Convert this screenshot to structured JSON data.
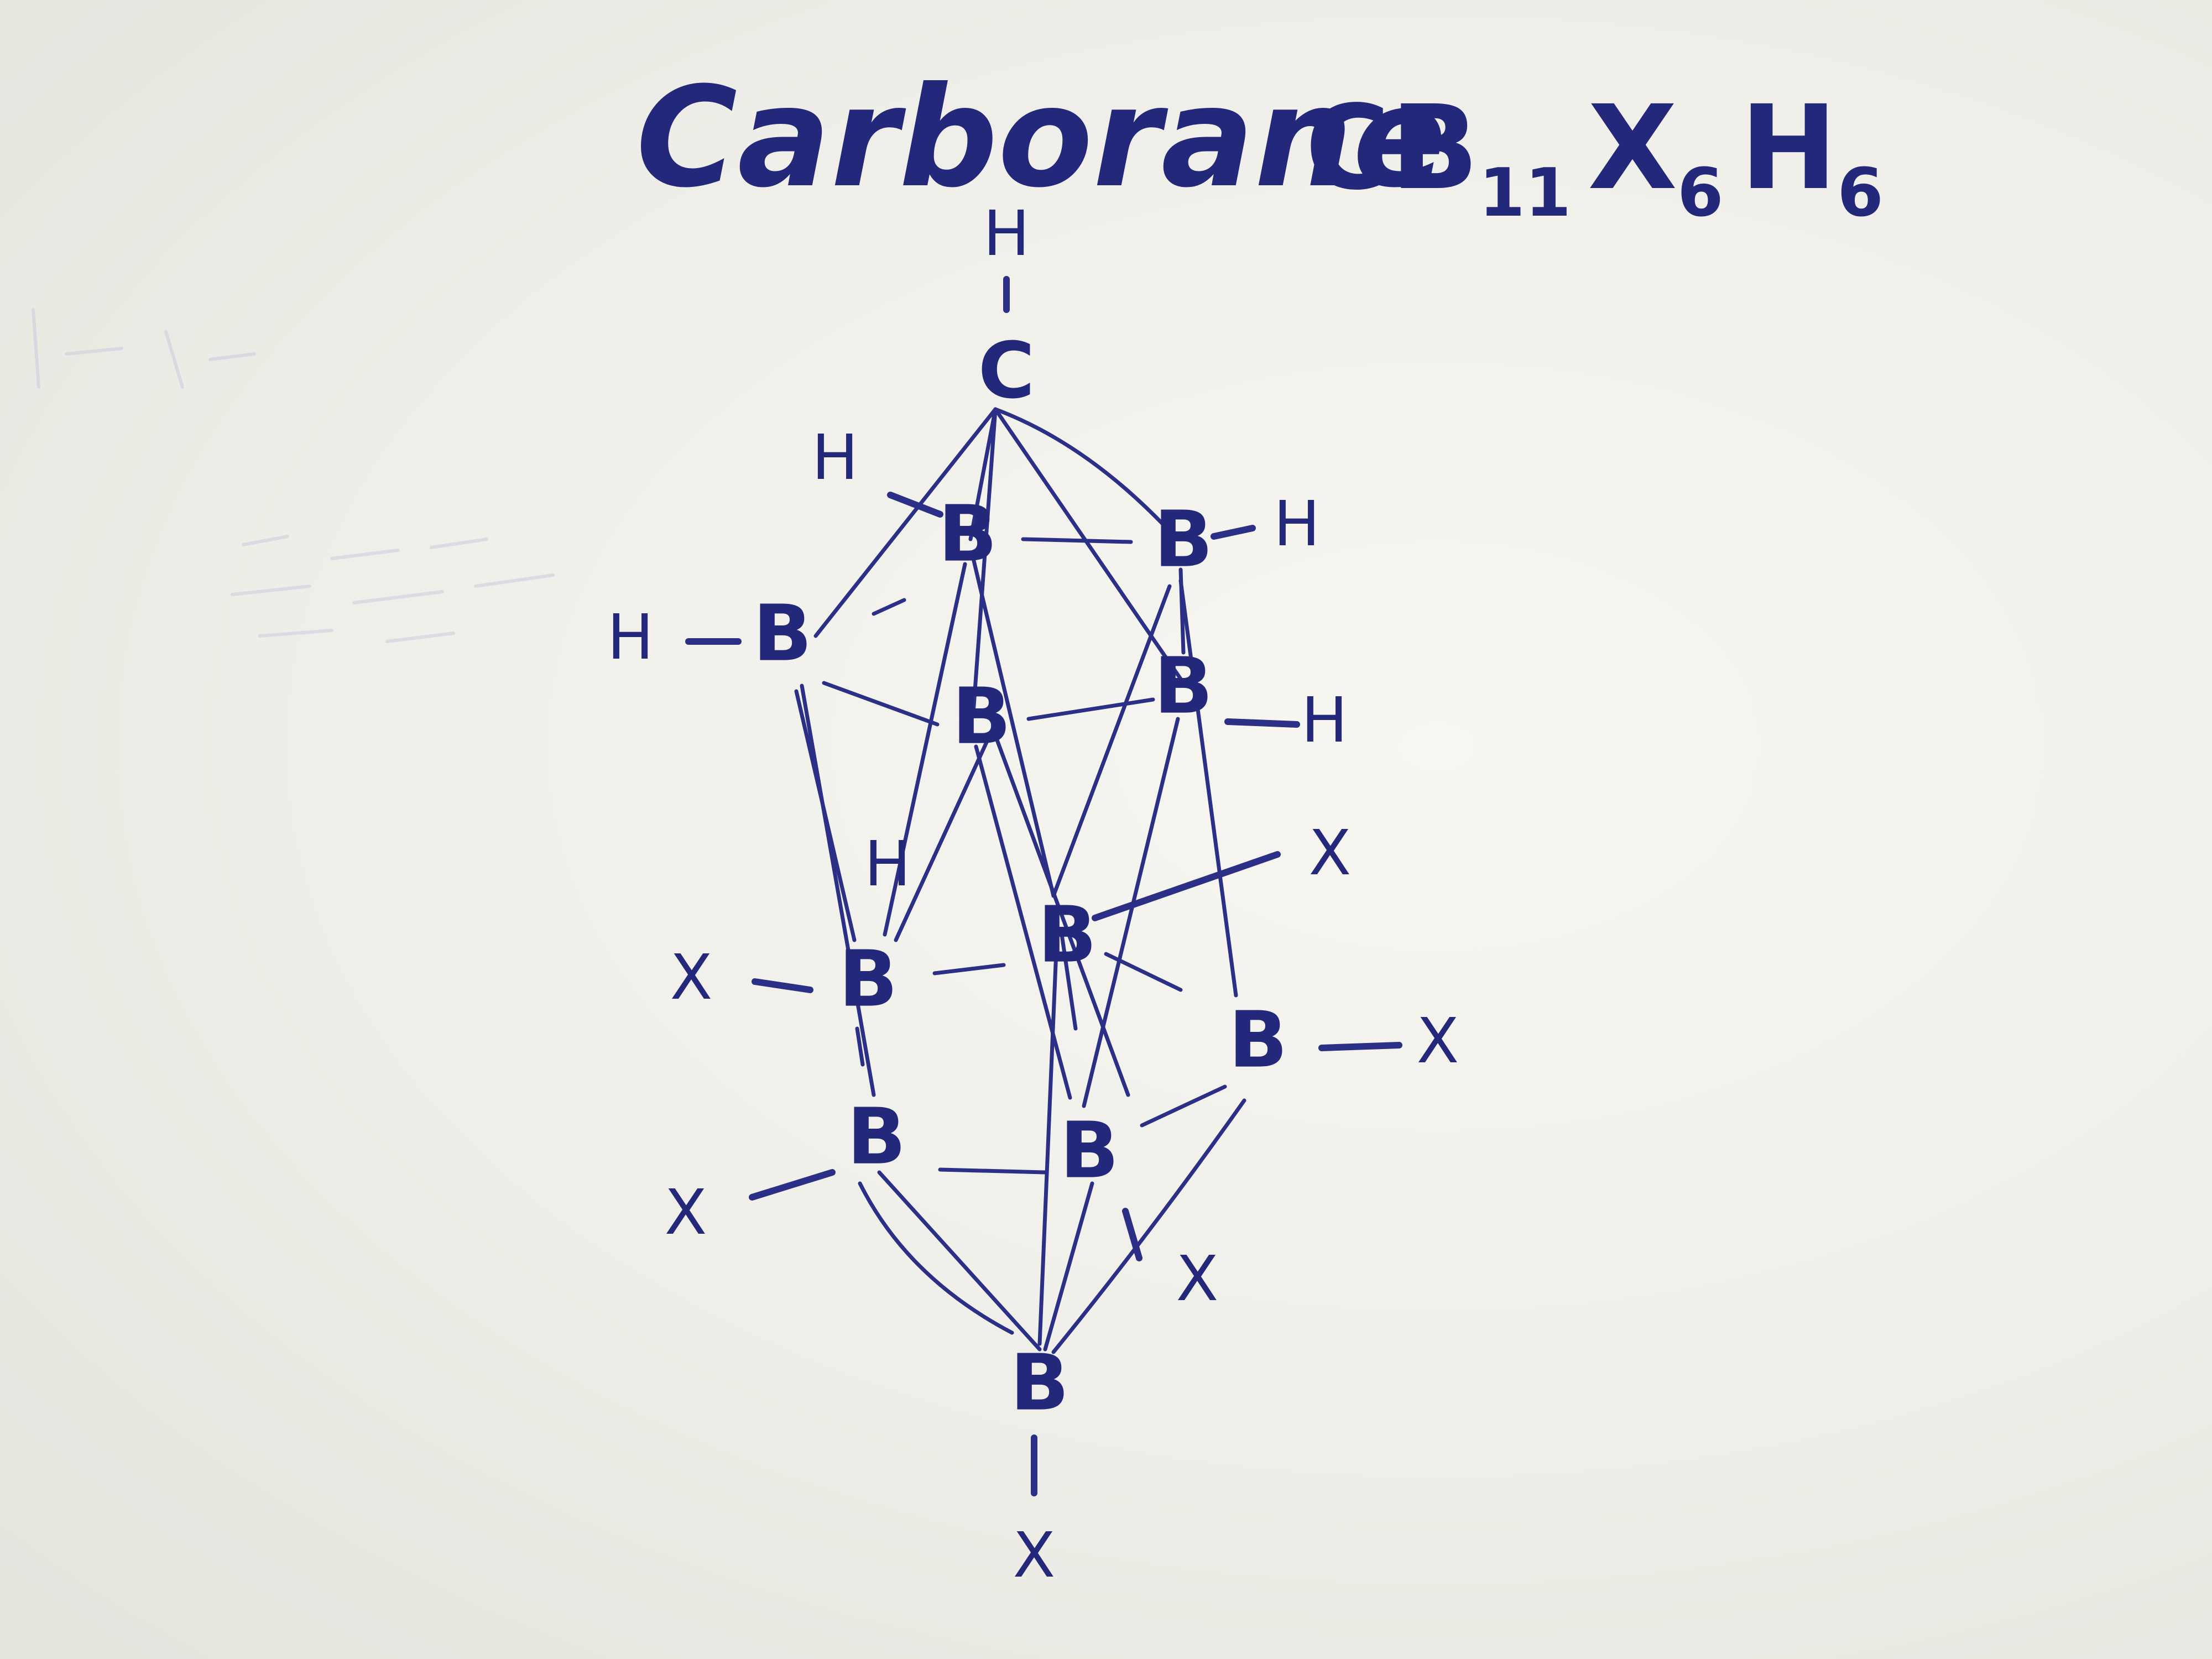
{
  "title": {
    "name": "Carborane",
    "formula": [
      {
        "t": "CB",
        "sub": false
      },
      {
        "t": "11",
        "sub": true
      },
      {
        "t": "X",
        "sub": false
      },
      {
        "t": "6",
        "sub": true
      },
      {
        "t": "H",
        "sub": false
      },
      {
        "t": "6",
        "sub": true
      }
    ]
  },
  "atoms": {
    "carbon": "C",
    "boron": "B",
    "hydrogen": "H",
    "halogen": "X"
  },
  "colors": {
    "ink": "#2b2f86",
    "paper": "#f2f1ec"
  }
}
